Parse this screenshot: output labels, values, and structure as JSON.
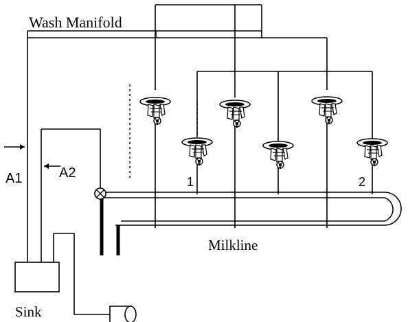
{
  "labels": {
    "wash_manifold": "Wash Manifold",
    "milkline": "Milkline",
    "sink": "Sink",
    "a1": "A1",
    "a2": "A2",
    "unit_1": "1",
    "unit_2": "2"
  },
  "icons": {
    "milking_unit": "milking-cluster-icon",
    "valve": "valve-icon",
    "pump": "pump-icon"
  },
  "colors": {
    "line": "#000000",
    "background": "#ffffff"
  }
}
